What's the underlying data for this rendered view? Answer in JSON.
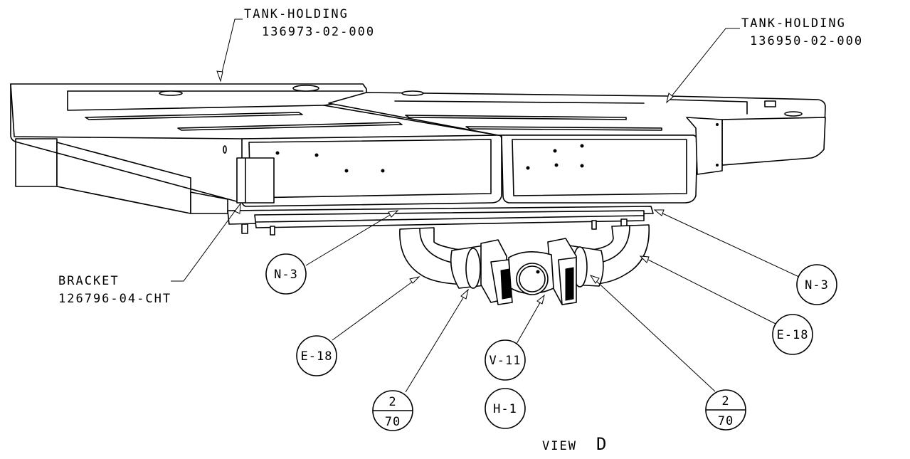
{
  "labels": {
    "tank_left_name": "TANK-HOLDING",
    "tank_left_part": "136973-02-000",
    "tank_right_name": "TANK-HOLDING",
    "tank_right_part": "136950-02-000",
    "bracket_name": "BRACKET",
    "bracket_part": "126796-04-CHT",
    "view_label": "VIEW",
    "view_letter": "D"
  },
  "balloons": {
    "n3_left": "N-3",
    "n3_right": "N-3",
    "e18_left": "E-18",
    "e18_right": "E-18",
    "v11": "V-11",
    "h1": "H-1",
    "split_left_top": "2",
    "split_left_bottom": "70",
    "split_right_top": "2",
    "split_right_bottom": "70"
  }
}
